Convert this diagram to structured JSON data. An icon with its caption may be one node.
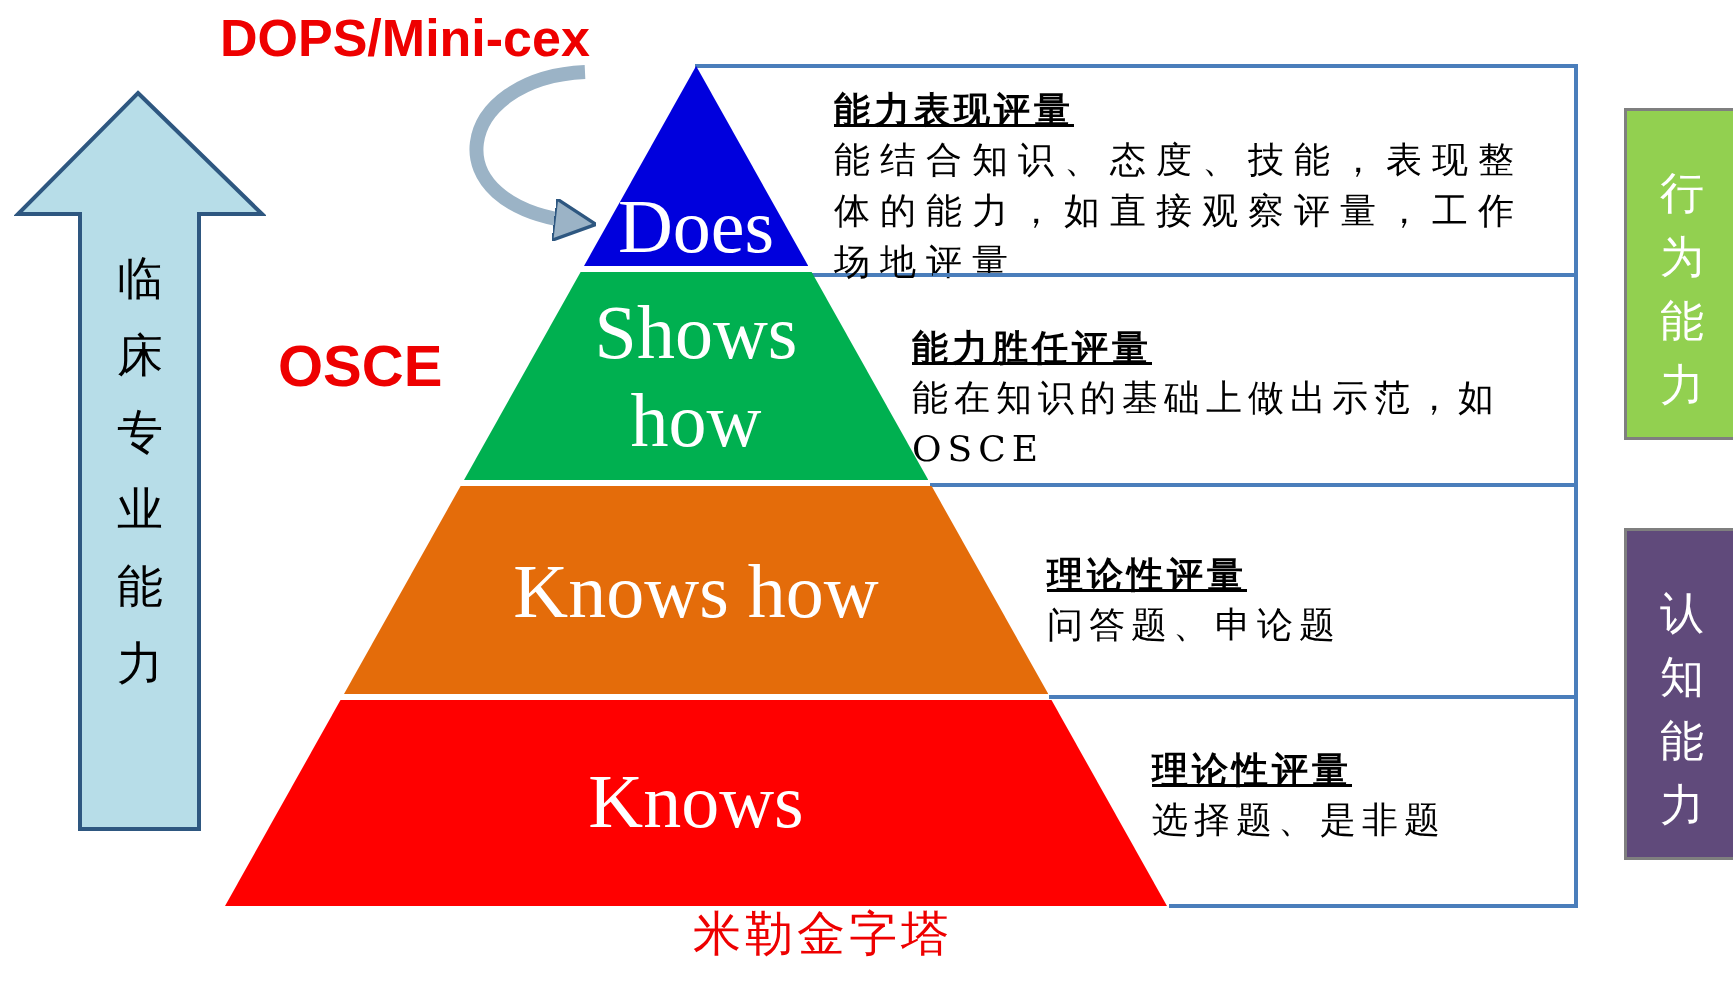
{
  "diagram": {
    "caption": "米勒金字塔",
    "nodes": [
      {
        "text": [
          "DOPS/Mini-cex"
        ]
      },
      {
        "text": [
          "Does"
        ]
      },
      {
        "text": [
          "能力表现评量",
          "能结合知识、态度、技能，表现整体的能力，如直接观察评量，工作场地评量"
        ]
      },
      {
        "text": [
          "行为能力"
        ]
      },
      {
        "text": [
          "临床专业能力"
        ]
      },
      {
        "text": [
          "Shows how"
        ]
      },
      {
        "text": [
          "能力胜任评量",
          "能在知识的基础上做出示范，如OSCE"
        ]
      },
      {
        "text": [
          "Knows how"
        ]
      },
      {
        "text": [
          "理论性评量",
          "问答题、申论题"
        ]
      },
      {
        "text": [
          "认知能力"
        ]
      },
      {
        "text": [
          "Knows"
        ]
      },
      {
        "text": [
          "理论性评量",
          "选择题、是非题"
        ]
      }
    ],
    "edges": [
      {
        "from": 0,
        "to": 1,
        "arrow": "to"
      }
    ],
    "labels": [
      "OSCE"
    ]
  }
}
